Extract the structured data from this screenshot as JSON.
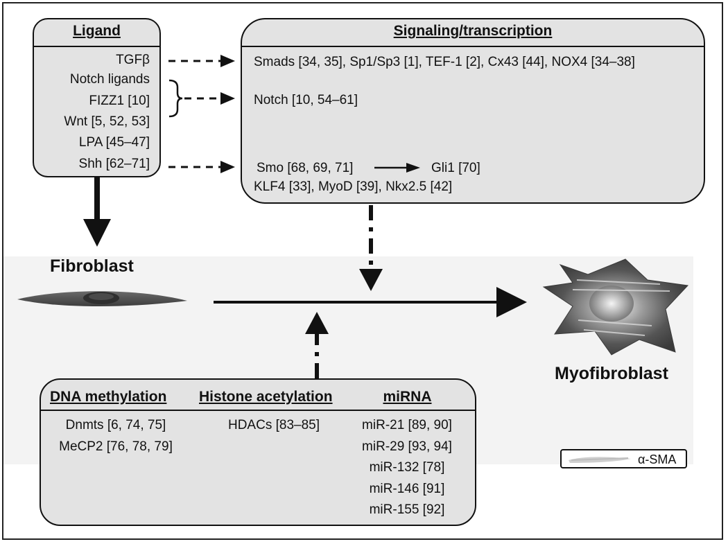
{
  "ligand": {
    "header": "Ligand",
    "items": [
      "TGFβ",
      "Notch ligands",
      "FIZZ1 [10]",
      "Wnt [5, 52, 53]",
      "LPA [45–47]",
      "Shh [62–71]"
    ]
  },
  "signaling": {
    "header": "Signaling/transcription",
    "row1": "Smads [34, 35], Sp1/Sp3 [1], TEF-1 [2], Cx43 [44], NOX4 [34–38]",
    "row2": "Notch [10, 54–61]",
    "smo": "Smo [68, 69, 71]",
    "gli": "Gli1 [70]",
    "row4": "KLF4 [33], MyoD [39], Nkx2.5 [42]"
  },
  "cells": {
    "fibroblast": "Fibroblast",
    "myofibroblast": "Myofibroblast"
  },
  "epigenetic": {
    "dna_header": "DNA methylation",
    "histone_header": "Histone acetylation",
    "mirna_header": "miRNA",
    "dna_items": [
      "Dnmts [6, 74, 75]",
      "MeCP2 [76, 78, 79]"
    ],
    "histone_items": [
      "HDACs [83–85]"
    ],
    "mirna_items": [
      "miR-21 [89, 90]",
      "miR-29 [93, 94]",
      "miR-132 [78]",
      "miR-146 [91]",
      "miR-155 [92]"
    ]
  },
  "legend": {
    "label": "α-SMA"
  },
  "colors": {
    "box_fill": "#e3e3e3",
    "band": "#f3f3f3",
    "ink": "#111111"
  }
}
